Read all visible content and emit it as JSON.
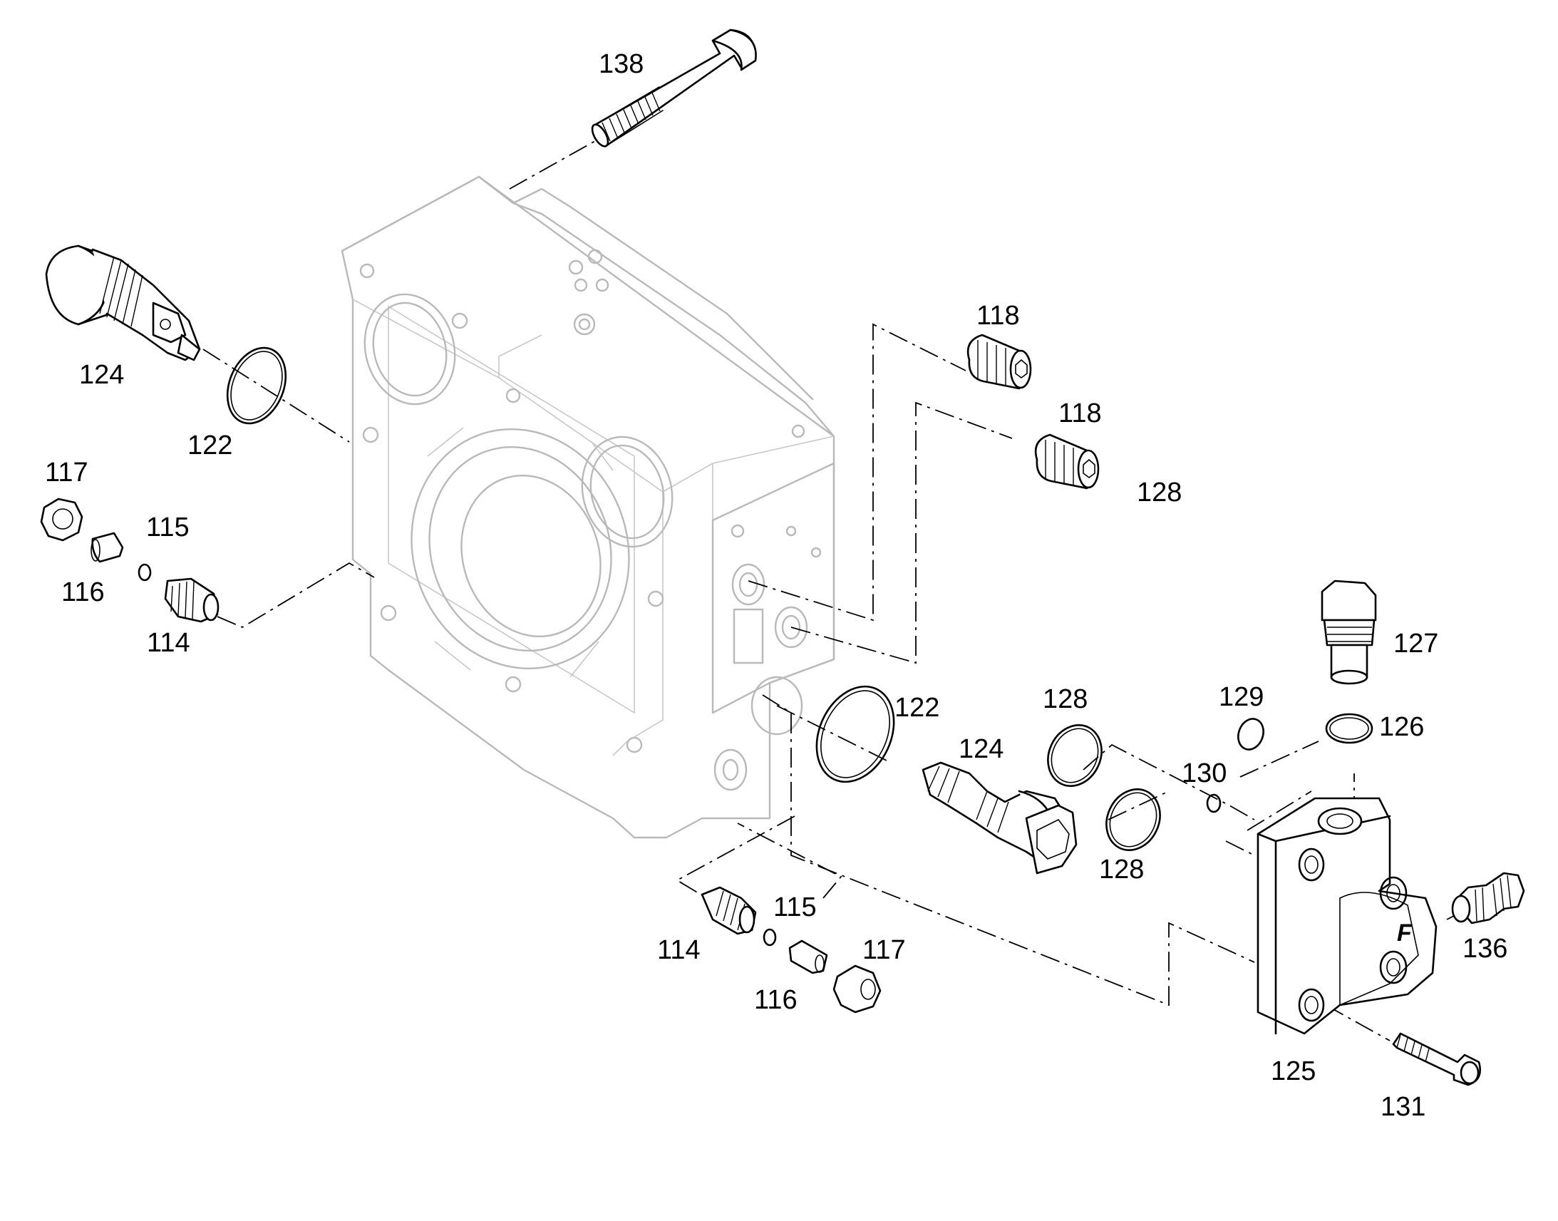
{
  "callouts": [
    {
      "id": "c138",
      "label": "138"
    },
    {
      "id": "c124a",
      "label": "124"
    },
    {
      "id": "c122a",
      "label": "122"
    },
    {
      "id": "c117a",
      "label": "117"
    },
    {
      "id": "c115a",
      "label": "115"
    },
    {
      "id": "c116a",
      "label": "116"
    },
    {
      "id": "c114a",
      "label": "114"
    },
    {
      "id": "c118a",
      "label": "118"
    },
    {
      "id": "c118b",
      "label": "118"
    },
    {
      "id": "c128a",
      "label": "128"
    },
    {
      "id": "c127",
      "label": "127"
    },
    {
      "id": "c122b",
      "label": "122"
    },
    {
      "id": "c128b",
      "label": "128"
    },
    {
      "id": "c129",
      "label": "129"
    },
    {
      "id": "c124b",
      "label": "124"
    },
    {
      "id": "c126",
      "label": "126"
    },
    {
      "id": "c130",
      "label": "130"
    },
    {
      "id": "c128c",
      "label": "128"
    },
    {
      "id": "c115b",
      "label": "115"
    },
    {
      "id": "c114b",
      "label": "114"
    },
    {
      "id": "c117b",
      "label": "117"
    },
    {
      "id": "c116b",
      "label": "116"
    },
    {
      "id": "c136",
      "label": "136"
    },
    {
      "id": "c125",
      "label": "125"
    },
    {
      "id": "c131",
      "label": "131"
    }
  ],
  "block_mark": "F"
}
